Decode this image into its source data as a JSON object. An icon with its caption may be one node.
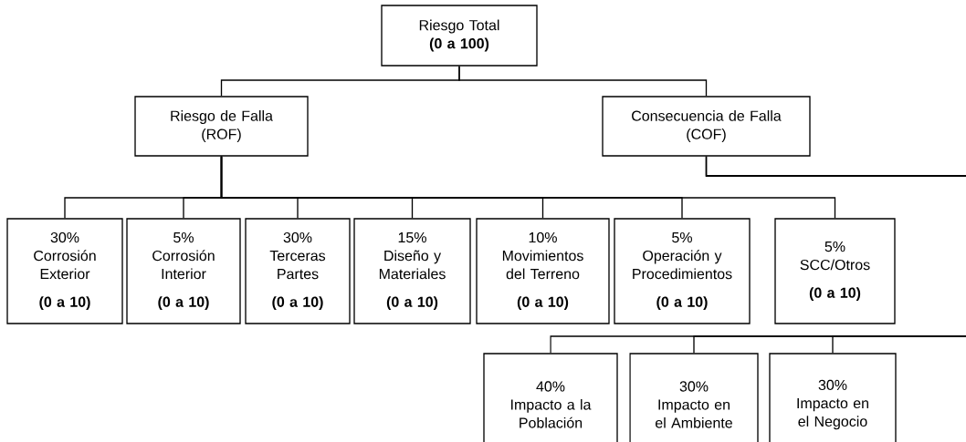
{
  "diagram": {
    "nodes": [
      {
        "text": [
          "Riesgo Total",
          "(0 a 100)"
        ]
      },
      {
        "text": [
          "Riesgo de Falla",
          "(ROF)"
        ]
      },
      {
        "text": [
          "Consecuencia de Falla",
          "(COF)"
        ]
      },
      {
        "text": [
          "30%",
          "Corrosión Exterior",
          "(0 a 10)"
        ]
      },
      {
        "text": [
          "5%",
          "Corrosión Interior",
          "(0 a 10)"
        ]
      },
      {
        "text": [
          "30%",
          "Terceras Partes",
          "(0 a 10)"
        ]
      },
      {
        "text": [
          "15%",
          "Diseño y Materiales",
          "(0 a 10)"
        ]
      },
      {
        "text": [
          "10%",
          "Movimientos del Terreno",
          "(0 a 10)"
        ]
      },
      {
        "text": [
          "5%",
          "Operación y Procedimientos",
          "(0 a 10)"
        ]
      },
      {
        "text": [
          "5%",
          "SCC/Otros",
          "(0 a 10)"
        ]
      },
      {
        "text": [
          "40%",
          "Impacto a la Población"
        ]
      },
      {
        "text": [
          "30%",
          "Impacto en el Ambiente"
        ]
      },
      {
        "text": [
          "30%",
          "Impacto en el Negocio"
        ]
      }
    ],
    "edges": [
      {
        "from": 0,
        "to": 1,
        "arrow": "none"
      },
      {
        "from": 0,
        "to": 2,
        "arrow": "none"
      },
      {
        "from": 1,
        "to": 3,
        "arrow": "none"
      },
      {
        "from": 1,
        "to": 4,
        "arrow": "none"
      },
      {
        "from": 1,
        "to": 5,
        "arrow": "none"
      },
      {
        "from": 1,
        "to": 6,
        "arrow": "none"
      },
      {
        "from": 1,
        "to": 7,
        "arrow": "none"
      },
      {
        "from": 1,
        "to": 8,
        "arrow": "none"
      },
      {
        "from": 1,
        "to": 9,
        "arrow": "none"
      },
      {
        "from": 2,
        "to": 10,
        "arrow": "none"
      },
      {
        "from": 2,
        "to": 11,
        "arrow": "none"
      },
      {
        "from": 2,
        "to": 12,
        "arrow": "none"
      }
    ]
  }
}
